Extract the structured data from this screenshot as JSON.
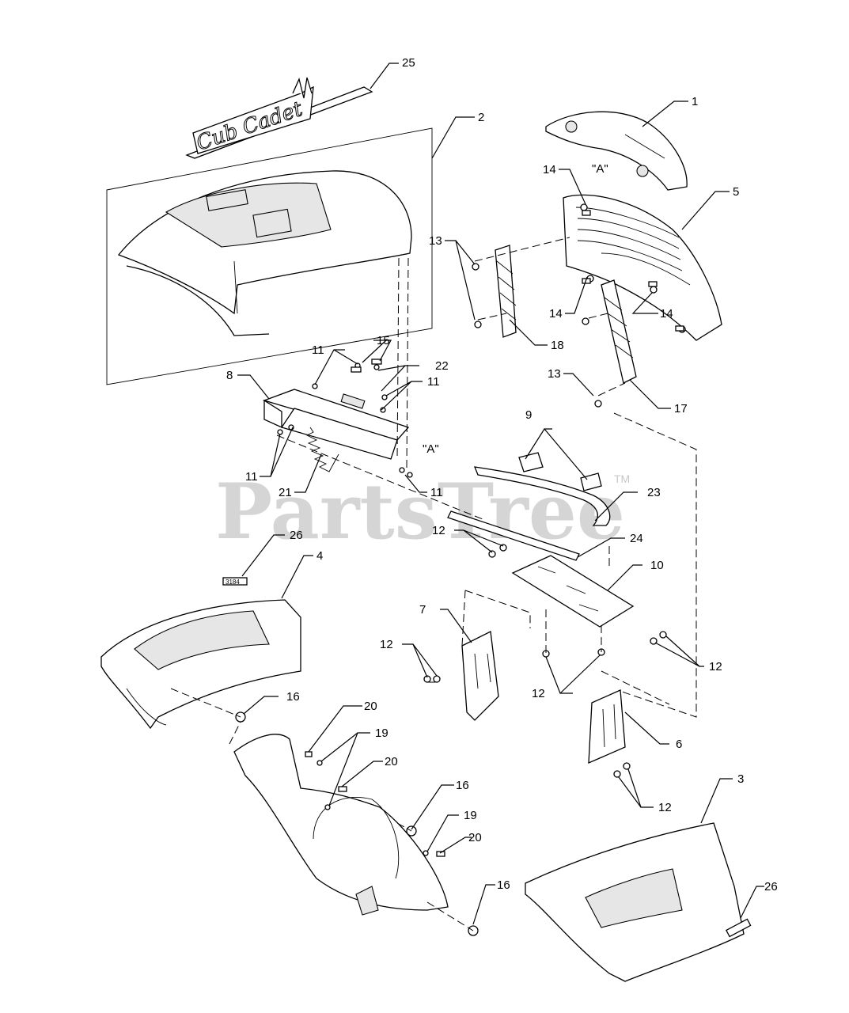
{
  "diagram": {
    "callouts": [
      "1",
      "2",
      "3",
      "4",
      "5",
      "6",
      "7",
      "8",
      "9",
      "10",
      "11",
      "12",
      "13",
      "14",
      "15",
      "16",
      "17",
      "18",
      "19",
      "20",
      "21",
      "22",
      "23",
      "24",
      "25",
      "26"
    ],
    "ref_marker": "\"A\"",
    "logo_text": "Cub Cadet",
    "label_decal_text": "3184",
    "watermark": "PartsTree",
    "trademark": "TM"
  }
}
